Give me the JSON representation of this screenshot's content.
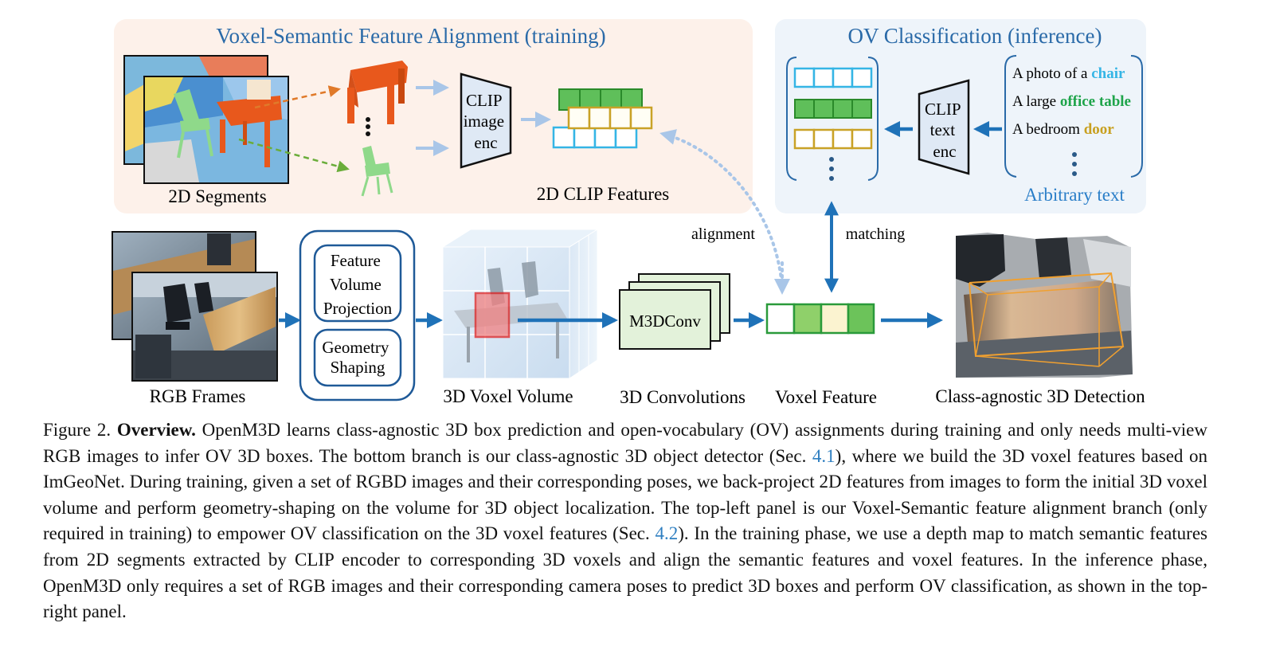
{
  "panels": {
    "training_title": "Voxel-Semantic Feature Alignment (training)",
    "inference_title": "OV Classification (inference)"
  },
  "labels": {
    "segments_2d": "2D Segments",
    "clip_features_2d": "2D CLIP Features",
    "clip_image_enc": [
      "CLIP",
      "image",
      "enc"
    ],
    "clip_text_enc": [
      "CLIP",
      "text",
      "enc"
    ],
    "arbitrary_text": "Arbitrary text",
    "alignment": "alignment",
    "matching": "matching",
    "rgb_frames": "RGB Frames",
    "feature_volume_projection": [
      "Feature",
      "Volume",
      "Projection"
    ],
    "geometry_shaping": [
      "Geometry",
      "Shaping"
    ],
    "voxel_volume_3d": "3D Voxel Volume",
    "m3dconv": "M3DConv",
    "convolutions_3d": "3D Convolutions",
    "voxel_feature": "Voxel Feature",
    "detection": "Class-agnostic 3D Detection"
  },
  "prompts": [
    {
      "prefix": "A photo of a ",
      "word": "chair",
      "color": "#35b5e5"
    },
    {
      "prefix": "A large ",
      "word": "office table",
      "color": "#1ea44a"
    },
    {
      "prefix": "A bedroom ",
      "word": "door",
      "color": "#c8a020"
    }
  ],
  "colors": {
    "accent_blue": "#1f72b8",
    "title_blue": "#2a6aa8",
    "cyan": "#35b5e5",
    "green": "#5fbf5a",
    "gold": "#c9a227",
    "table_orange": "#e8581c",
    "chair_green": "#8fd98a"
  },
  "caption": {
    "fig_label": "Figure 2.",
    "bold": "Overview.",
    "part1": " OpenM3D learns class-agnostic 3D box prediction and open-vocabulary (OV) assignments during training and only needs multi-view RGB images to infer OV 3D boxes. The bottom branch is our class-agnostic 3D object detector (Sec. ",
    "ref1": "4.1",
    "part2": "), where we build the 3D voxel features based on ImGeoNet. During training, given a set of RGBD images and their corresponding poses, we back-project 2D features from images to form the initial 3D voxel volume and perform geometry-shaping on the volume for 3D object localization. The top-left panel is our Voxel-Semantic feature alignment branch (only required in training) to empower OV classification on the 3D voxel features (Sec. ",
    "ref2": "4.2",
    "part3": "). In the training phase, we use a depth map to match semantic features from 2D segments extracted by CLIP encoder to corresponding 3D voxels and align the semantic features and voxel features. In the inference phase, OpenM3D only requires a set of RGB images and their corresponding camera poses to predict 3D boxes and perform OV classification, as shown in the top-right panel."
  }
}
